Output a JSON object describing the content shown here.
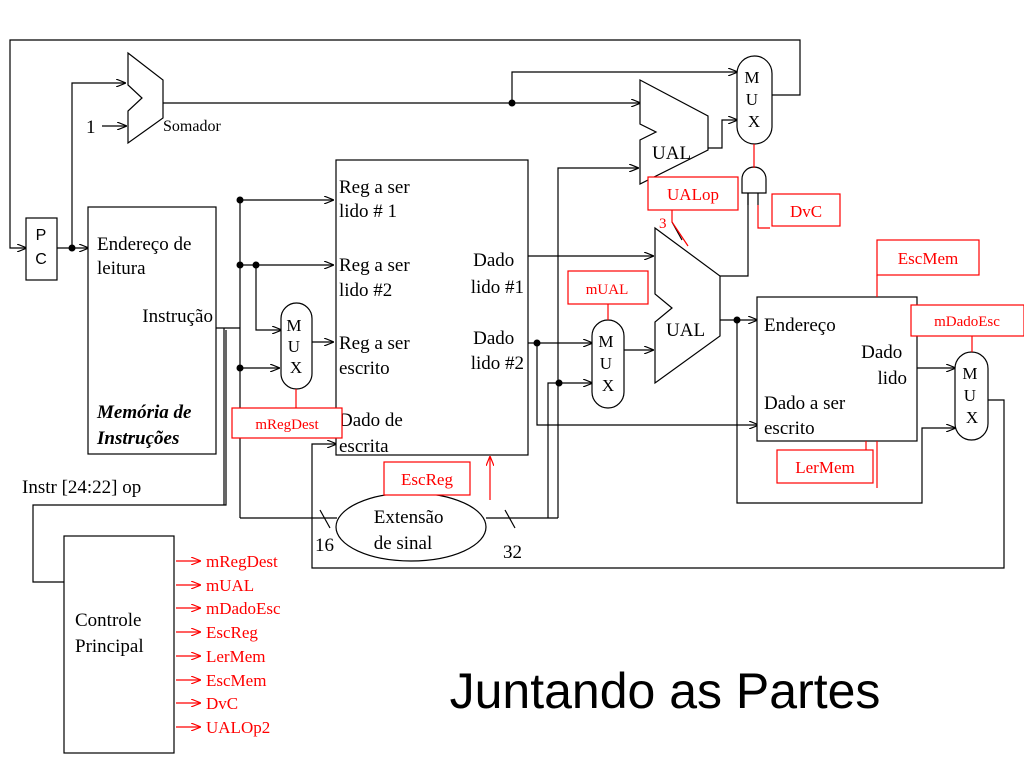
{
  "title": "Juntando as Partes",
  "blocks": {
    "pc": [
      "P",
      "C"
    ],
    "adder": "Somador",
    "adder_input": "1",
    "instr_mem": {
      "address": [
        "Endereço de",
        "leitura"
      ],
      "instruction": "Instrução",
      "name": [
        "Memória de",
        "Instruções"
      ]
    },
    "registers": {
      "read1": [
        "Reg a ser",
        "lido # 1"
      ],
      "read2": [
        "Reg a ser",
        "lido #2"
      ],
      "write_reg": [
        "Reg a ser",
        "escrito"
      ],
      "write_data": [
        "Dado de",
        "escrita"
      ],
      "data1": [
        "Dado",
        "lido #1"
      ],
      "data2": [
        "Dado",
        "lido #2"
      ]
    },
    "mux_letters": [
      "M",
      "U",
      "X"
    ],
    "alu": "UAL",
    "data_mem": {
      "address": "Endereço",
      "read_data": [
        "Dado",
        "lido"
      ],
      "write_data": [
        "Dado a ser",
        "escrito"
      ]
    },
    "sign_ext": [
      "Extensão",
      "de sinal"
    ],
    "width_16": "16",
    "width_32": "32",
    "width_3": "3",
    "control": {
      "name": [
        "Controle",
        "Principal"
      ],
      "input": "Instr [24:22] op",
      "outputs": [
        "mRegDest",
        "mUAL",
        "mDadoEsc",
        "EscReg",
        "LerMem",
        "EscMem",
        "DvC",
        "UALOp2"
      ]
    }
  },
  "signals": {
    "ualop": "UALop",
    "dvc": "DvC",
    "escmem": "EscMem",
    "mdadoesc": "mDadoEsc",
    "mual": "mUAL",
    "mregdest": "mRegDest",
    "escreg": "EscReg",
    "lermem": "LerMem"
  },
  "colors": {
    "wire": "#000000",
    "control": "#ff0000",
    "background": "#ffffff"
  }
}
